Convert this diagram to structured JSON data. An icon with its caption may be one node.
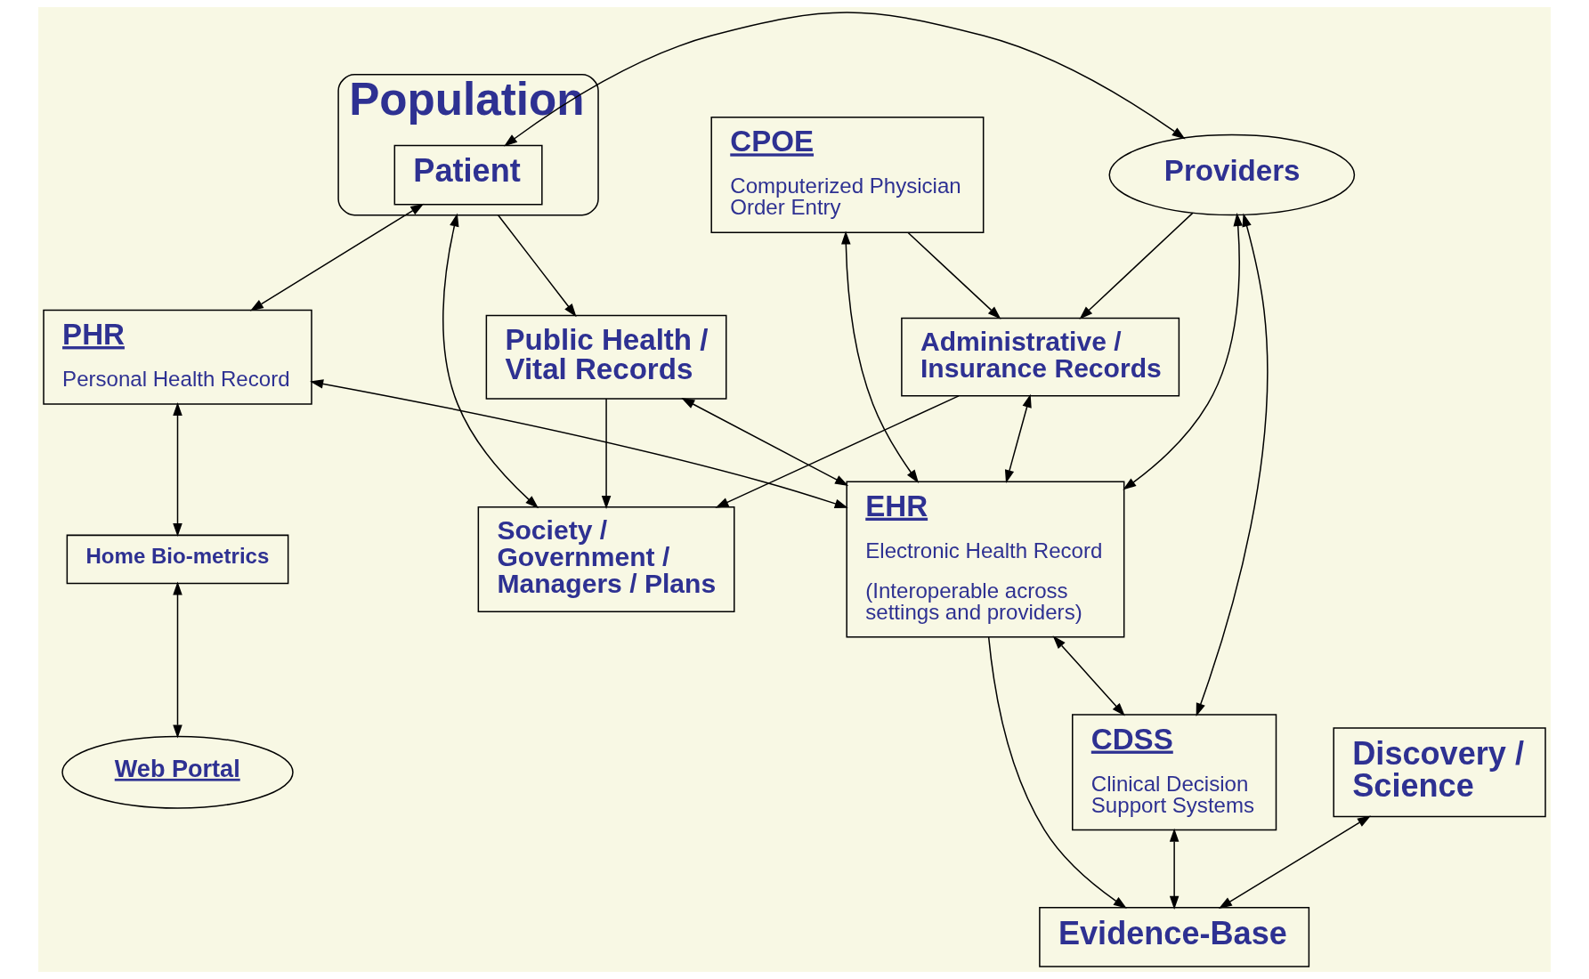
{
  "diagram": {
    "nodes": [
      {
        "text": [
          "Society / Government / Managers / Plans"
        ]
      },
      {
        "text": [
          "Population"
        ]
      },
      {
        "text": [
          "Patient"
        ],
        "in": 1
      },
      {
        "text": [
          "Discovery / Science"
        ]
      },
      {
        "text": [
          "Public Health / Vital Records"
        ]
      },
      {
        "text": [
          "Providers"
        ]
      },
      {
        "text": [
          "PHR",
          "Personal Health Record"
        ]
      },
      {
        "text": [
          "Home Bio-metrics"
        ]
      },
      {
        "text": [
          "Administrative / Insurance Records"
        ]
      },
      {
        "text": [
          "Web Portal"
        ]
      },
      {
        "text": [
          "EHR",
          "Electronic Health Record",
          "(Interoperable across settings and providers)"
        ]
      },
      {
        "text": [
          "Evidence-Base"
        ]
      },
      {
        "text": [
          "CPOE",
          "Computerized Physician Order Entry"
        ]
      },
      {
        "text": [
          "CDSS",
          "Clinical Decision Support Systems"
        ]
      }
    ],
    "edges": [
      {
        "from": 0,
        "to": 1,
        "arrow": "both"
      },
      {
        "from": 1,
        "to": 4,
        "arrow": "to"
      },
      {
        "from": 4,
        "to": 0,
        "arrow": "to"
      },
      {
        "from": 8,
        "to": 0,
        "arrow": "to"
      },
      {
        "from": 2,
        "to": 5,
        "arrow": "both"
      },
      {
        "from": 2,
        "to": 6,
        "arrow": "both"
      },
      {
        "from": 3,
        "to": 11,
        "arrow": "both"
      },
      {
        "from": 5,
        "to": 8,
        "arrow": "to"
      },
      {
        "from": 4,
        "to": 10,
        "arrow": "both"
      },
      {
        "from": 5,
        "to": 10,
        "arrow": "both"
      },
      {
        "from": 5,
        "to": 13,
        "arrow": "both"
      },
      {
        "from": 6,
        "to": 7,
        "arrow": "both"
      },
      {
        "from": 7,
        "to": 9,
        "arrow": "both"
      },
      {
        "from": 6,
        "to": 10,
        "arrow": "both"
      },
      {
        "from": 8,
        "to": 10,
        "arrow": "both"
      },
      {
        "from": 12,
        "to": 8,
        "arrow": "to"
      },
      {
        "from": 12,
        "to": 10,
        "arrow": "both"
      },
      {
        "from": 10,
        "to": 13,
        "arrow": "both"
      },
      {
        "from": 10,
        "to": 11,
        "arrow": "to"
      },
      {
        "from": 13,
        "to": 11,
        "arrow": "both"
      }
    ]
  }
}
